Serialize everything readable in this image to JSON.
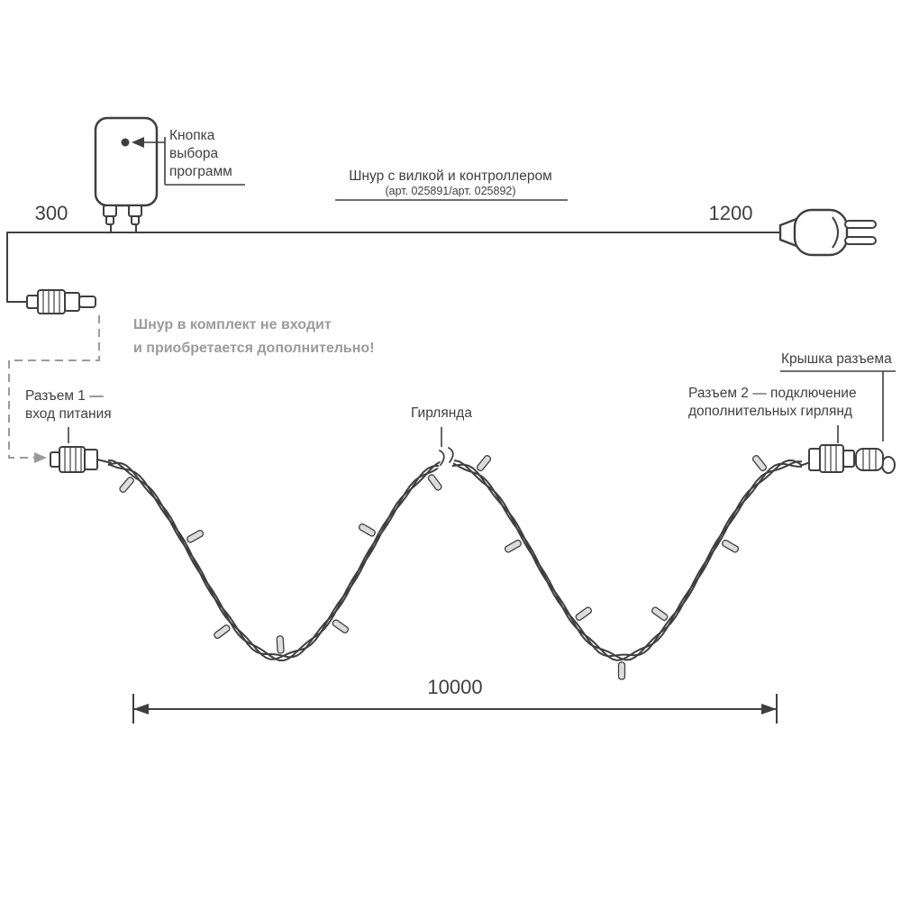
{
  "diagram": {
    "button_label": [
      "Кнопка",
      "выбора",
      "программ"
    ],
    "cord_label": "Шнур с вилкой и контроллером",
    "cord_art": "(арт. 025891/арт. 025892)",
    "dim_left": "300",
    "dim_right": "1200",
    "note": [
      "Шнур в комплект не входит",
      "и приобретается дополнительно!"
    ],
    "connector1_label": [
      "Разъем 1 —",
      "вход питания"
    ],
    "garland_label": "Гирлянда",
    "connector2_label": [
      "Разъем 2 — подключение",
      "дополнительных гирлянд"
    ],
    "cap_label": "Крышка разъема",
    "dim_garland": "10000"
  },
  "colors": {
    "line": "#3f3f3f",
    "light_fill": "#dcdcdc",
    "note_text": "#9b9b9b",
    "dashed_leader": "#9b9b9b",
    "background": "#ffffff"
  }
}
